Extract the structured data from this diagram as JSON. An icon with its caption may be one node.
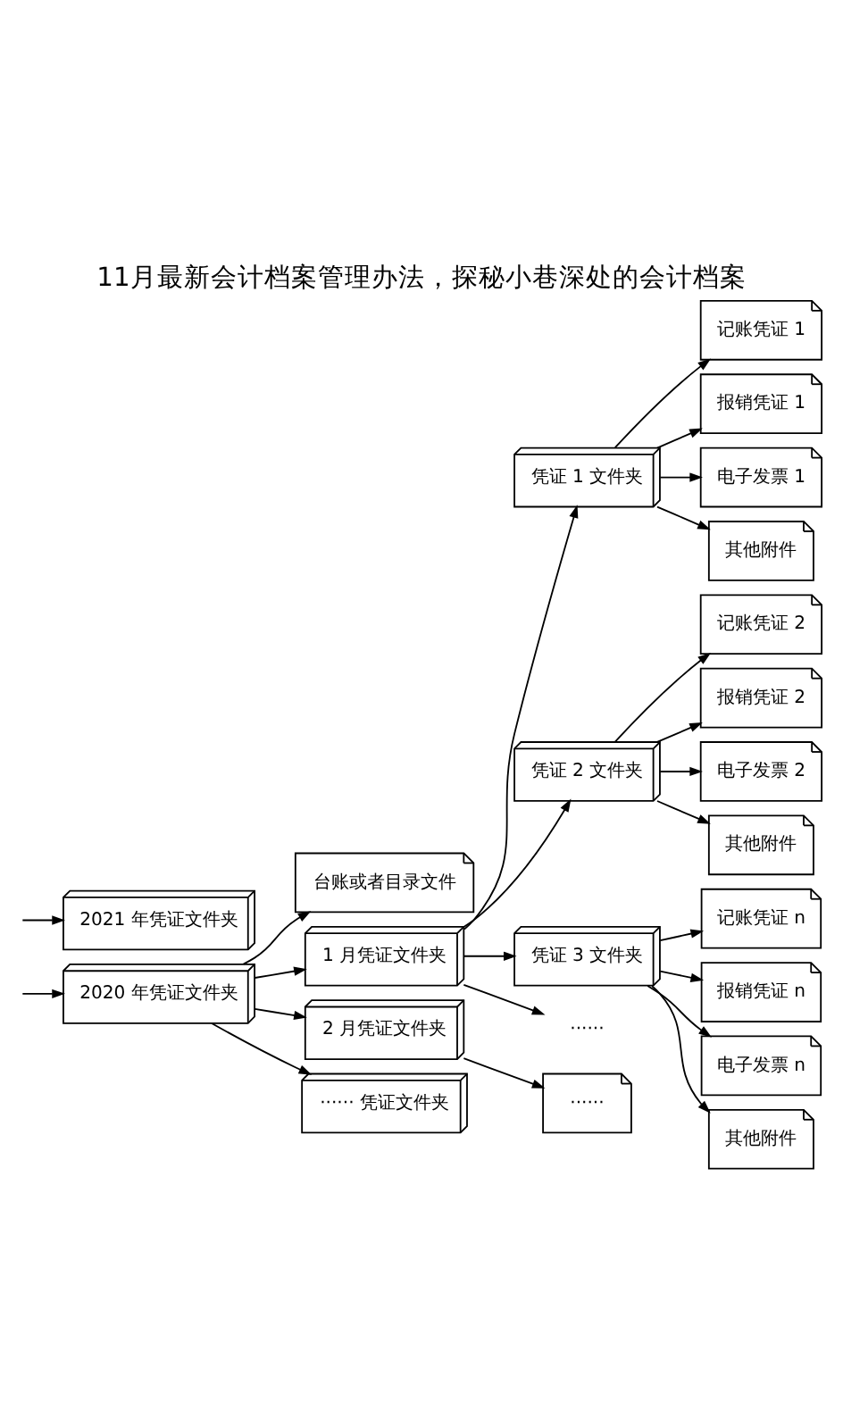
{
  "diagram": {
    "title": "11月最新会计档案管理办法，探秘小巷深处的会计档案",
    "nodes": [
      {
        "text": [
          "2020 年凭证文件夹"
        ]
      },
      {
        "text": [
          "台账或者目录文件"
        ]
      },
      {
        "text": [
          "1 月凭证文件夹"
        ]
      },
      {
        "text": [
          "凭证 1 文件夹"
        ]
      },
      {
        "text": [
          "记账凭证 1"
        ]
      },
      {
        "text": [
          "报销凭证 1"
        ]
      },
      {
        "text": [
          "电子发票 1"
        ]
      },
      {
        "text": [
          "其他附件"
        ]
      },
      {
        "text": [
          "凭证 2 文件夹"
        ]
      },
      {
        "text": [
          "记账凭证 2"
        ]
      },
      {
        "text": [
          "报销凭证 2"
        ]
      },
      {
        "text": [
          "电子发票 2"
        ]
      },
      {
        "text": [
          "其他附件"
        ]
      },
      {
        "text": [
          "凭证 3 文件夹"
        ]
      },
      {
        "text": [
          "记账凭证 n"
        ]
      },
      {
        "text": [
          "报销凭证 n"
        ]
      },
      {
        "text": [
          "电子发票 n"
        ]
      },
      {
        "text": [
          "其他附件"
        ]
      },
      {
        "text": [
          "······"
        ]
      },
      {
        "text": [
          "2 月凭证文件夹"
        ]
      },
      {
        "text": [
          "······"
        ]
      },
      {
        "text": [
          "······ 凭证文件夹"
        ]
      },
      {
        "text": [
          "2021 年凭证文件夹"
        ]
      }
    ],
    "edges": [
      {
        "from": null,
        "to": 0,
        "arrow": "to"
      },
      {
        "from": 0,
        "to": 1,
        "arrow": "to"
      },
      {
        "from": 0,
        "to": 2,
        "arrow": "to"
      },
      {
        "from": 2,
        "to": 3,
        "arrow": "to"
      },
      {
        "from": 3,
        "to": 4,
        "arrow": "to"
      },
      {
        "from": 3,
        "to": 5,
        "arrow": "to"
      },
      {
        "from": 3,
        "to": 6,
        "arrow": "to"
      },
      {
        "from": 3,
        "to": 7,
        "arrow": "to"
      },
      {
        "from": 2,
        "to": 8,
        "arrow": "to"
      },
      {
        "from": 8,
        "to": 9,
        "arrow": "to"
      },
      {
        "from": 8,
        "to": 10,
        "arrow": "to"
      },
      {
        "from": 8,
        "to": 11,
        "arrow": "to"
      },
      {
        "from": 8,
        "to": 12,
        "arrow": "to"
      },
      {
        "from": 2,
        "to": 13,
        "arrow": "to"
      },
      {
        "from": 13,
        "to": 14,
        "arrow": "to"
      },
      {
        "from": 13,
        "to": 15,
        "arrow": "to"
      },
      {
        "from": 13,
        "to": 16,
        "arrow": "to"
      },
      {
        "from": 13,
        "to": 17,
        "arrow": "to"
      },
      {
        "from": 2,
        "to": 18,
        "arrow": "to"
      },
      {
        "from": 0,
        "to": 19,
        "arrow": "to"
      },
      {
        "from": 19,
        "to": 20,
        "arrow": "to"
      },
      {
        "from": 0,
        "to": 21,
        "arrow": "to"
      },
      {
        "from": null,
        "to": 22,
        "arrow": "to"
      }
    ]
  }
}
